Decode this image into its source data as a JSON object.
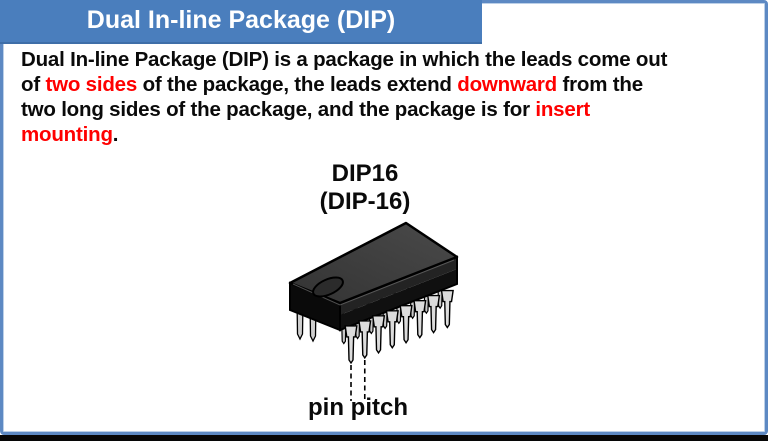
{
  "slide": {
    "title": "Dual In-line Package (DIP)",
    "colors": {
      "banner_blue": "#4a7ebd",
      "border_blue": "#5d89c3",
      "highlight_red": "#ff0000",
      "text_black": "#0a0a0a"
    },
    "description_lines": [
      [
        {
          "text": "Dual In-line Package (DIP) is a package in which the leads come out",
          "red": false
        }
      ],
      [
        {
          "text": "of ",
          "red": false
        },
        {
          "text": "two sides",
          "red": true
        },
        {
          "text": " of the package, the leads extend ",
          "red": false
        },
        {
          "text": "downward",
          "red": true
        },
        {
          "text": " from the",
          "red": false
        }
      ],
      [
        {
          "text": "two long sides of the package, and the package is for ",
          "red": false
        },
        {
          "text": "insert",
          "red": true
        }
      ],
      [
        {
          "text": "mounting",
          "red": true
        },
        {
          "text": ".",
          "red": false
        }
      ]
    ],
    "figure": {
      "label_line1": "DIP16",
      "label_line2": "(DIP-16)",
      "caption": "pin pitch",
      "front_pin_count": 8,
      "back_pin_count": 8,
      "chip_colors": {
        "top_face": "#3e3e3e",
        "front_face": "#101010",
        "end_face": "#0a0a0a",
        "pin_front": "#dcdcdc",
        "pin_back": "#c9c9c9"
      }
    }
  }
}
